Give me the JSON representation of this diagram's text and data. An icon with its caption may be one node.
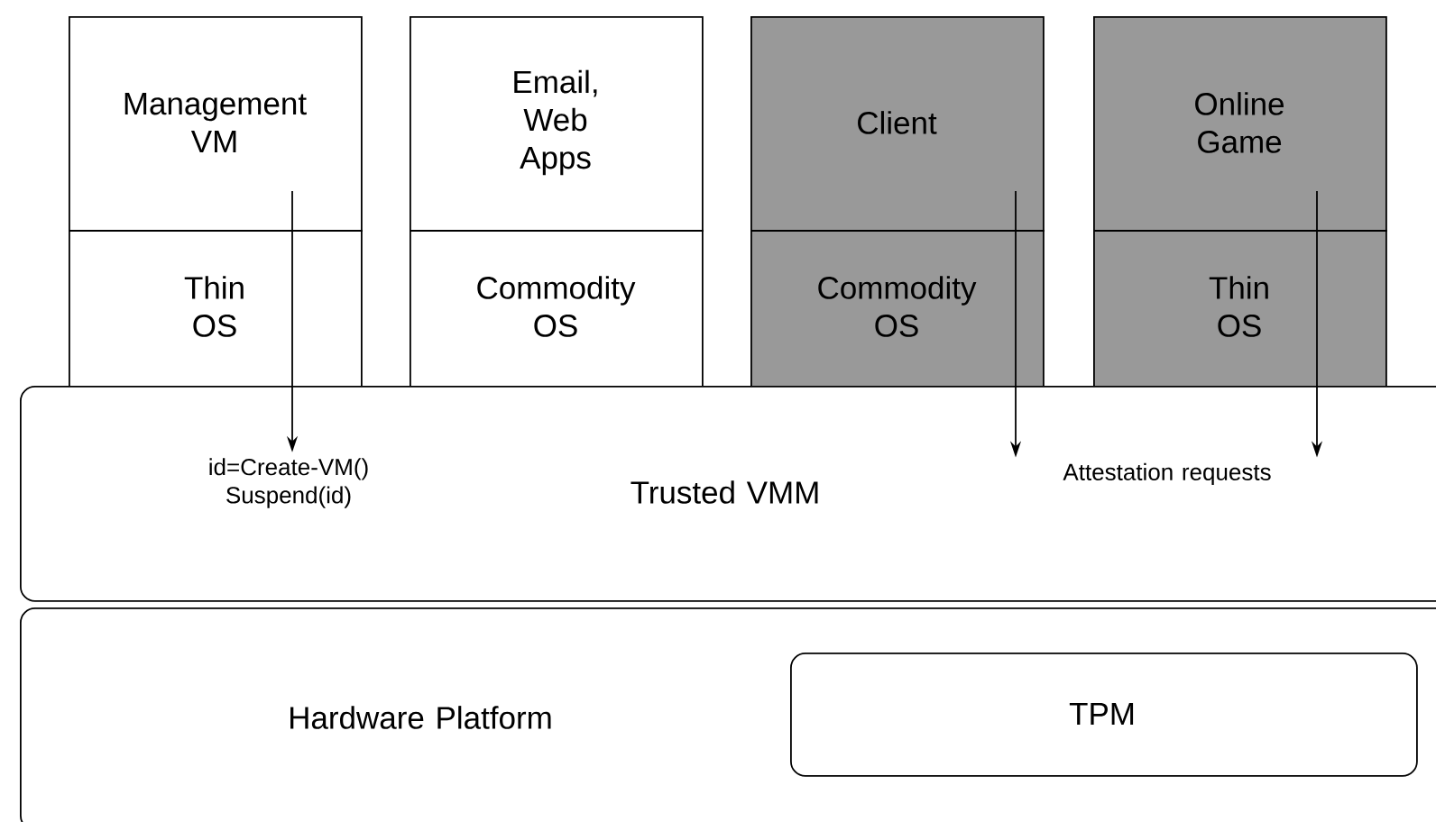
{
  "diagram": {
    "nodes": [
      {
        "text": [
          "Management VM",
          "Thin OS"
        ]
      },
      {
        "text": [
          "Email, Web Apps",
          "Commodity OS"
        ]
      },
      {
        "text": [
          "Client",
          "Commodity OS"
        ]
      },
      {
        "text": [
          "Online Game",
          "Thin OS"
        ]
      },
      {
        "text": [
          "Trusted VMM"
        ]
      },
      {
        "text": [
          "id=Create-VM() Suspend(id)"
        ],
        "in": 4
      },
      {
        "text": [
          "Attestation requests"
        ],
        "in": 4
      },
      {
        "text": [
          "Hardware Platform"
        ]
      },
      {
        "text": [
          "TPM"
        ],
        "in": 7
      }
    ],
    "edges": [
      {
        "from": 0,
        "to": 5,
        "arrow": "to"
      },
      {
        "from": 2,
        "to": 6,
        "arrow": "to"
      },
      {
        "from": 3,
        "to": 6,
        "arrow": "to"
      }
    ]
  }
}
